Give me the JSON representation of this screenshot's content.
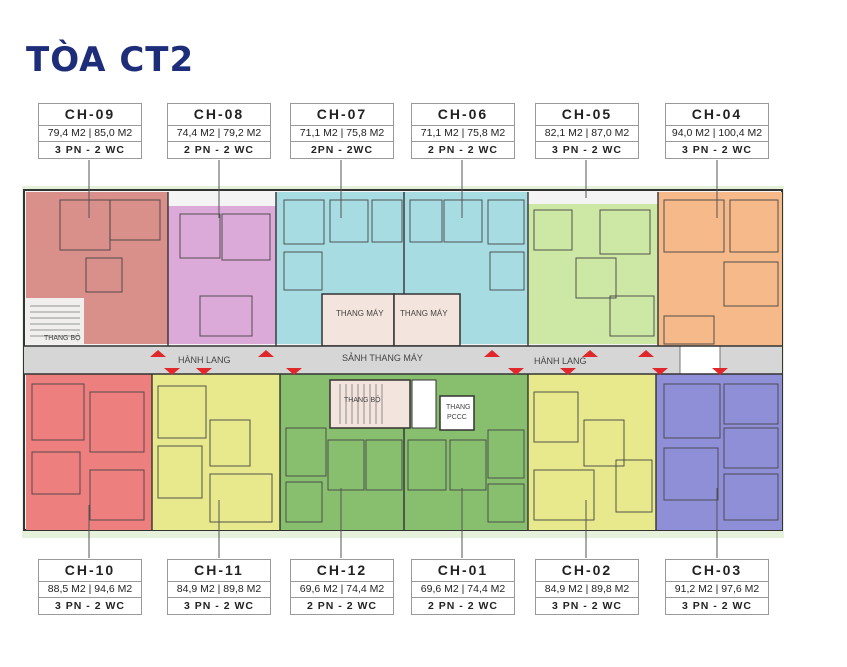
{
  "title": "TÒA CT2",
  "units_top": [
    {
      "code": "CH-09",
      "area": "79,4 M2 | 85,0 M2",
      "rooms": "3 PN - 2 WC",
      "color": "#d98f8a"
    },
    {
      "code": "CH-08",
      "area": "74,4 M2 | 79,2 M2",
      "rooms": "2 PN - 2 WC",
      "color": "#dcaad9"
    },
    {
      "code": "CH-07",
      "area": "71,1 M2 | 75,8 M2",
      "rooms": "2PN - 2WC",
      "color": "#a8dce3"
    },
    {
      "code": "CH-06",
      "area": "71,1 M2 | 75,8 M2",
      "rooms": "2 PN - 2 WC",
      "color": "#a8dce3"
    },
    {
      "code": "CH-05",
      "area": "82,1 M2 | 87,0 M2",
      "rooms": "3 PN - 2 WC",
      "color": "#cde8a4"
    },
    {
      "code": "CH-04",
      "area": "94,0 M2 | 100,4 M2",
      "rooms": "3 PN - 2 WC",
      "color": "#f5b98a"
    }
  ],
  "units_bottom": [
    {
      "code": "CH-10",
      "area": "88,5 M2 | 94,6 M2",
      "rooms": "3 PN - 2 WC",
      "color": "#ee7f7f"
    },
    {
      "code": "CH-11",
      "area": "84,9 M2 | 89,8 M2",
      "rooms": "3 PN - 2 WC",
      "color": "#e8e88c"
    },
    {
      "code": "CH-12",
      "area": "69,6 M2 | 74,4 M2",
      "rooms": "2 PN - 2 WC",
      "color": "#88bf6e"
    },
    {
      "code": "CH-01",
      "area": "69,6 M2 | 74,4 M2",
      "rooms": "2 PN - 2 WC",
      "color": "#88bf6e"
    },
    {
      "code": "CH-02",
      "area": "84,9 M2 | 89,8 M2",
      "rooms": "3 PN - 2 WC",
      "color": "#e8e88c"
    },
    {
      "code": "CH-03",
      "area": "91,2 M2 | 97,6 M2",
      "rooms": "3 PN - 2 WC",
      "color": "#8f8fd8"
    }
  ],
  "labels": {
    "corridor_left": "HÀNH LANG",
    "corridor_center": "SẢNH THANG MÁY",
    "corridor_right": "HÀNH LANG",
    "lift_1": "THANG MÁY",
    "lift_2": "THANG MÁY",
    "stair_left": "THANG BỘ",
    "stair_center": "THANG BỘ",
    "fire_lift_1": "THANG",
    "fire_lift_2": "PCCC"
  }
}
